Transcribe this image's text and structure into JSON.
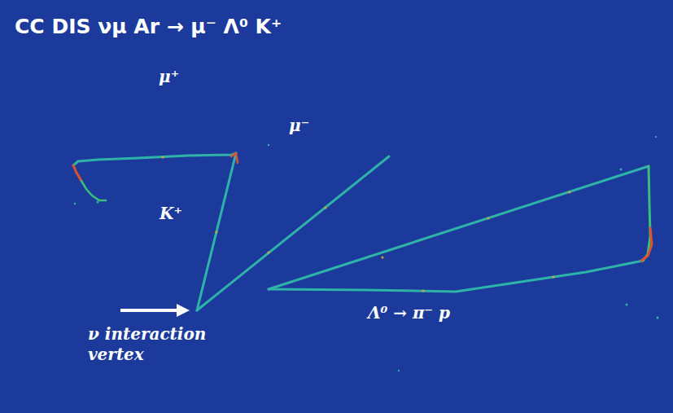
{
  "diagram": {
    "title": "CC DIS νμ Ar → μ⁻ Λ⁰ K⁺",
    "labels": [
      "μ⁺",
      "K⁺",
      "μ⁻",
      "Λ⁰ → π⁻ p",
      "ν interaction vertex"
    ]
  }
}
